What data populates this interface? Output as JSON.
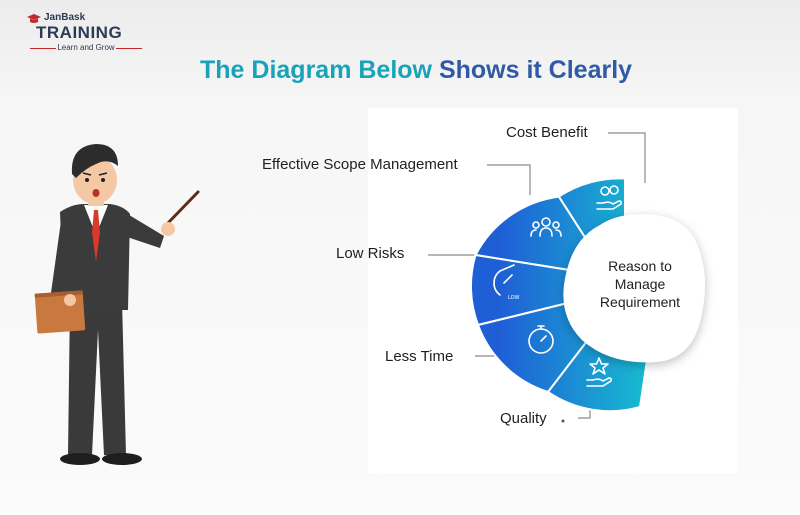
{
  "logo": {
    "brand_top": "JanBask",
    "brand_main": "TRAINING",
    "tagline": "Learn and Grow"
  },
  "title": {
    "part1": "The Diagram Below",
    "part2": "Shows it Clearly"
  },
  "diagram": {
    "center": "Reason to Manage Requirement",
    "items": [
      {
        "label": "Cost Benefit",
        "icon": "hand-coins-icon"
      },
      {
        "label": "Effective Scope Management",
        "icon": "team-icon"
      },
      {
        "label": "Low Risks",
        "icon": "gauge-low-icon",
        "icon_text": "LOW"
      },
      {
        "label": "Less Time",
        "icon": "stopwatch-icon"
      },
      {
        "label": "Quality",
        "icon": "hand-star-icon"
      }
    ]
  },
  "colors": {
    "teal": "#16c6cf",
    "blue": "#1f5fd6",
    "title_teal": "#18a4b8",
    "title_blue": "#2f5aa6"
  }
}
